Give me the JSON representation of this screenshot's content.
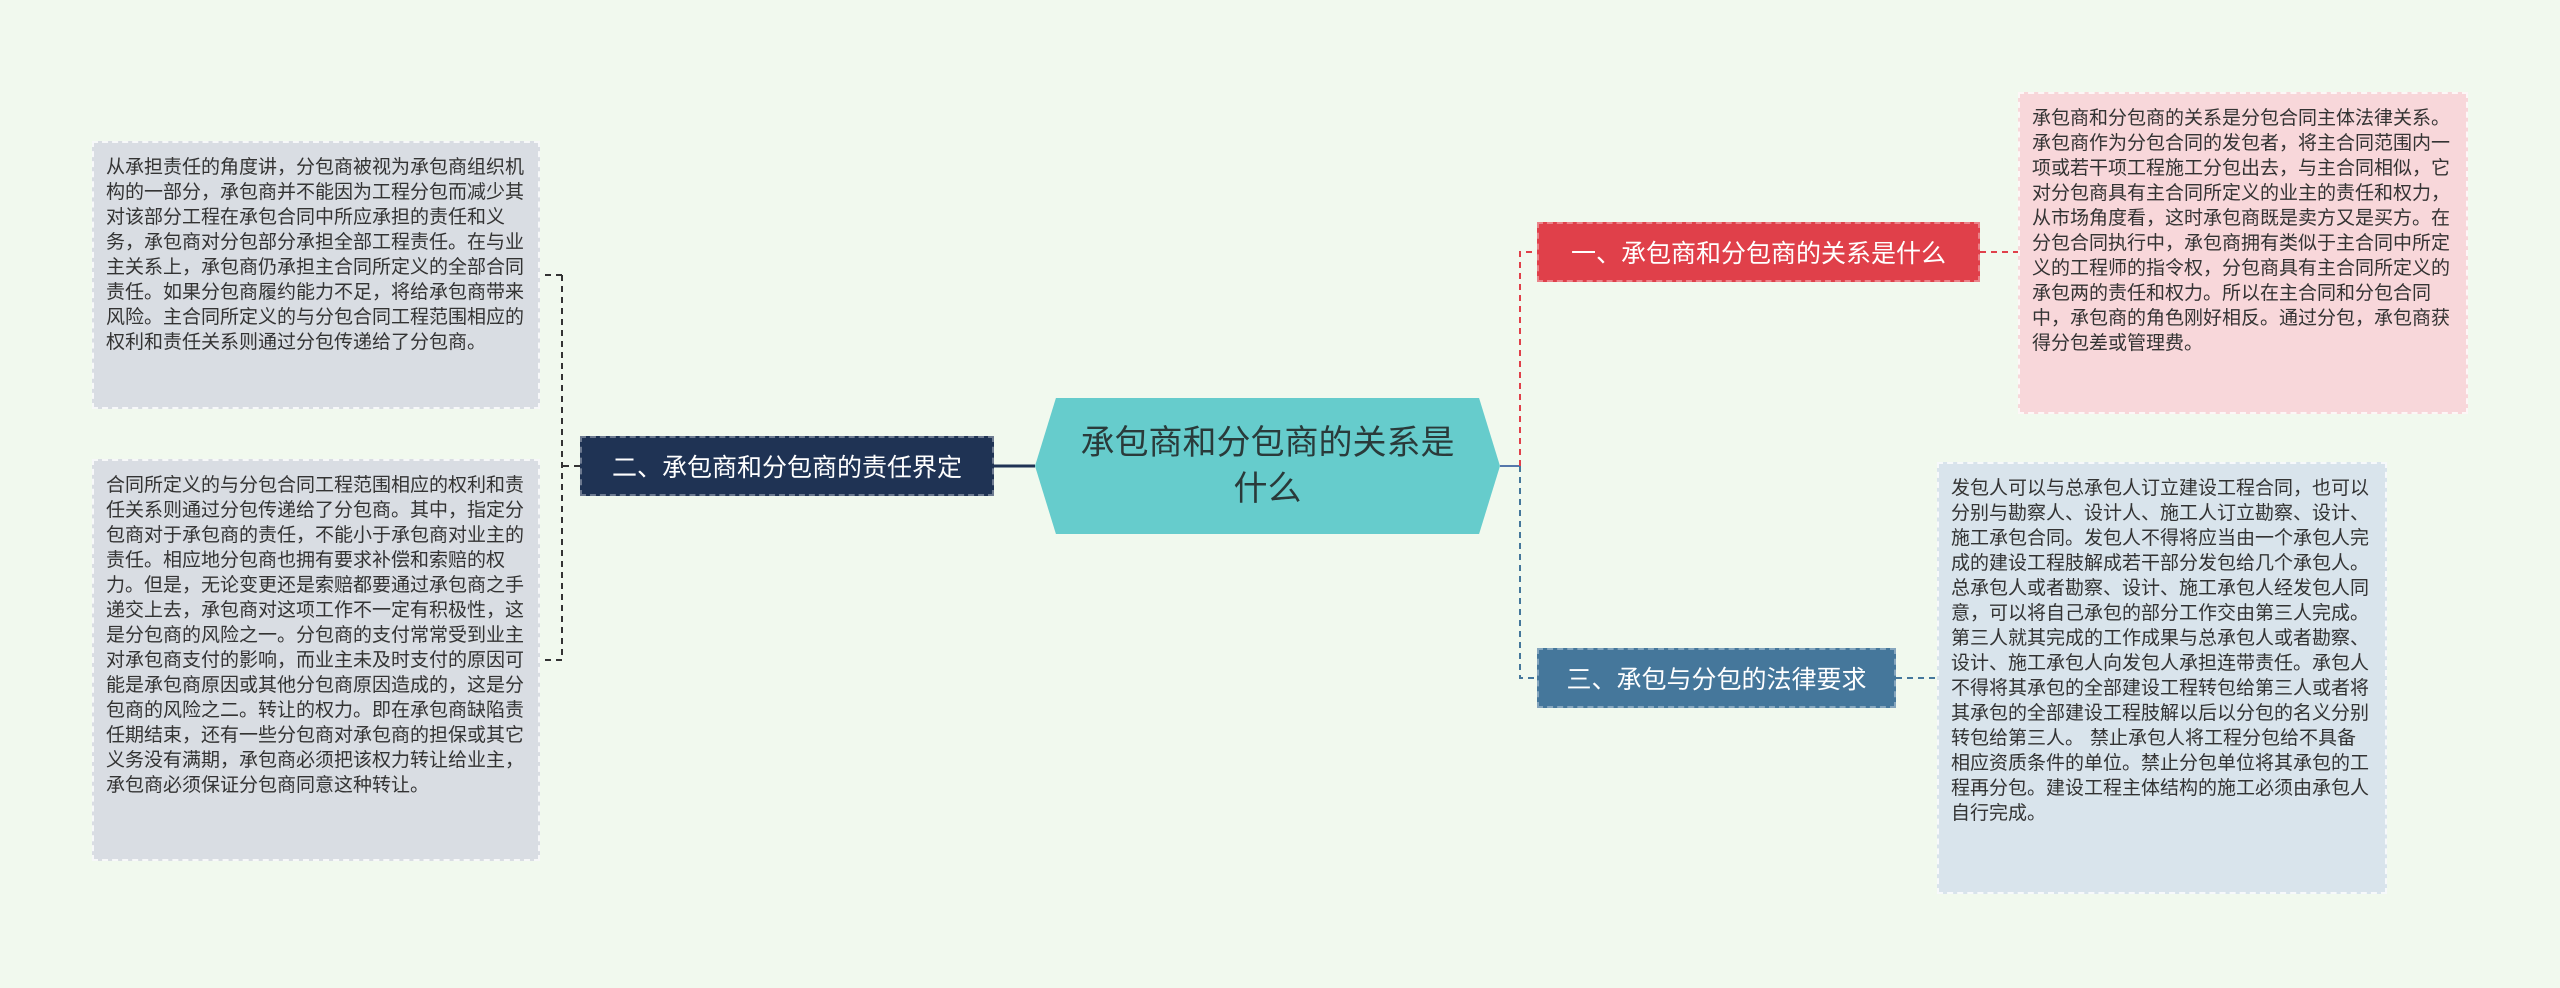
{
  "diagram": {
    "center": {
      "title": "承包商和分包商的关系是什么"
    },
    "branches": [
      {
        "label": "一、承包商和分包商的关系是什么",
        "color": "#e0404a"
      },
      {
        "label": "二、承包商和分包商的责任界定",
        "color": "#1f3354"
      },
      {
        "label": "三、承包与分包的法律要求",
        "color": "#45779b"
      }
    ],
    "leaves": {
      "relation": "承包商和分包商的关系是分包合同主体法律关系。承包商作为分包合同的发包者，将主合同范围内一项或若干项工程施工分包出去，与主合同相似，它对分包商具有主合同所定义的业主的责任和权力，从市场角度看，这时承包商既是卖方又是买方。在分包合同执行中，承包商拥有类似于主合同中所定义的工程师的指令权，分包商具有主合同所定义的承包两的责任和权力。所以在主合同和分包合同中，承包商的角色刚好相反。通过分包，承包商获得分包差或管理费。",
      "responsibility_1": "从承担责任的角度讲，分包商被视为承包商组织机构的一部分，承包商并不能因为工程分包而减少其对该部分工程在承包合同中所应承担的责任和义务，承包商对分包部分承担全部工程责任。在与业主关系上，承包商仍承担主合同所定义的全部合同责任。如果分包商履约能力不足，将给承包商带来风险。主合同所定义的与分包合同工程范围相应的权利和责任关系则通过分包传递给了分包商。",
      "responsibility_2": "合同所定义的与分包合同工程范围相应的权利和责任关系则通过分包传递给了分包商。其中，指定分包商对于承包商的责任，不能小于承包商对业主的责任。相应地分包商也拥有要求补偿和索赔的权力。但是，无论变更还是索赔都要通过承包商之手递交上去，承包商对这项工作不一定有积极性，这是分包商的风险之一。分包商的支付常常受到业主对承包商支付的影响，而业主未及时支付的原因可能是承包商原因或其他分包商原因造成的，这是分包商的风险之二。转让的权力。即在承包商缺陷责任期结束，还有一些分包商对承包商的担保或其它义务没有满期，承包商必须把该权力转让给业主，承包商必须保证分包商同意这种转让。",
      "legal": "发包人可以与总承包人订立建设工程合同，也可以分别与勘察人、设计人、施工人订立勘察、设计、施工承包合同。发包人不得将应当由一个承包人完成的建设工程肢解成若干部分发包给几个承包人。 总承包人或者勘察、设计、施工承包人经发包人同意，可以将自己承包的部分工作交由第三人完成。第三人就其完成的工作成果与总承包人或者勘察、设计、施工承包人向发包人承担连带责任。承包人不得将其承包的全部建设工程转包给第三人或者将其承包的全部建设工程肢解以后以分包的名义分别转包给第三人。 禁止承包人将工程分包给不具备相应资质条件的单位。禁止分包单位将其承包的工程再分包。建设工程主体结构的施工必须由承包人自行完成。"
    }
  }
}
